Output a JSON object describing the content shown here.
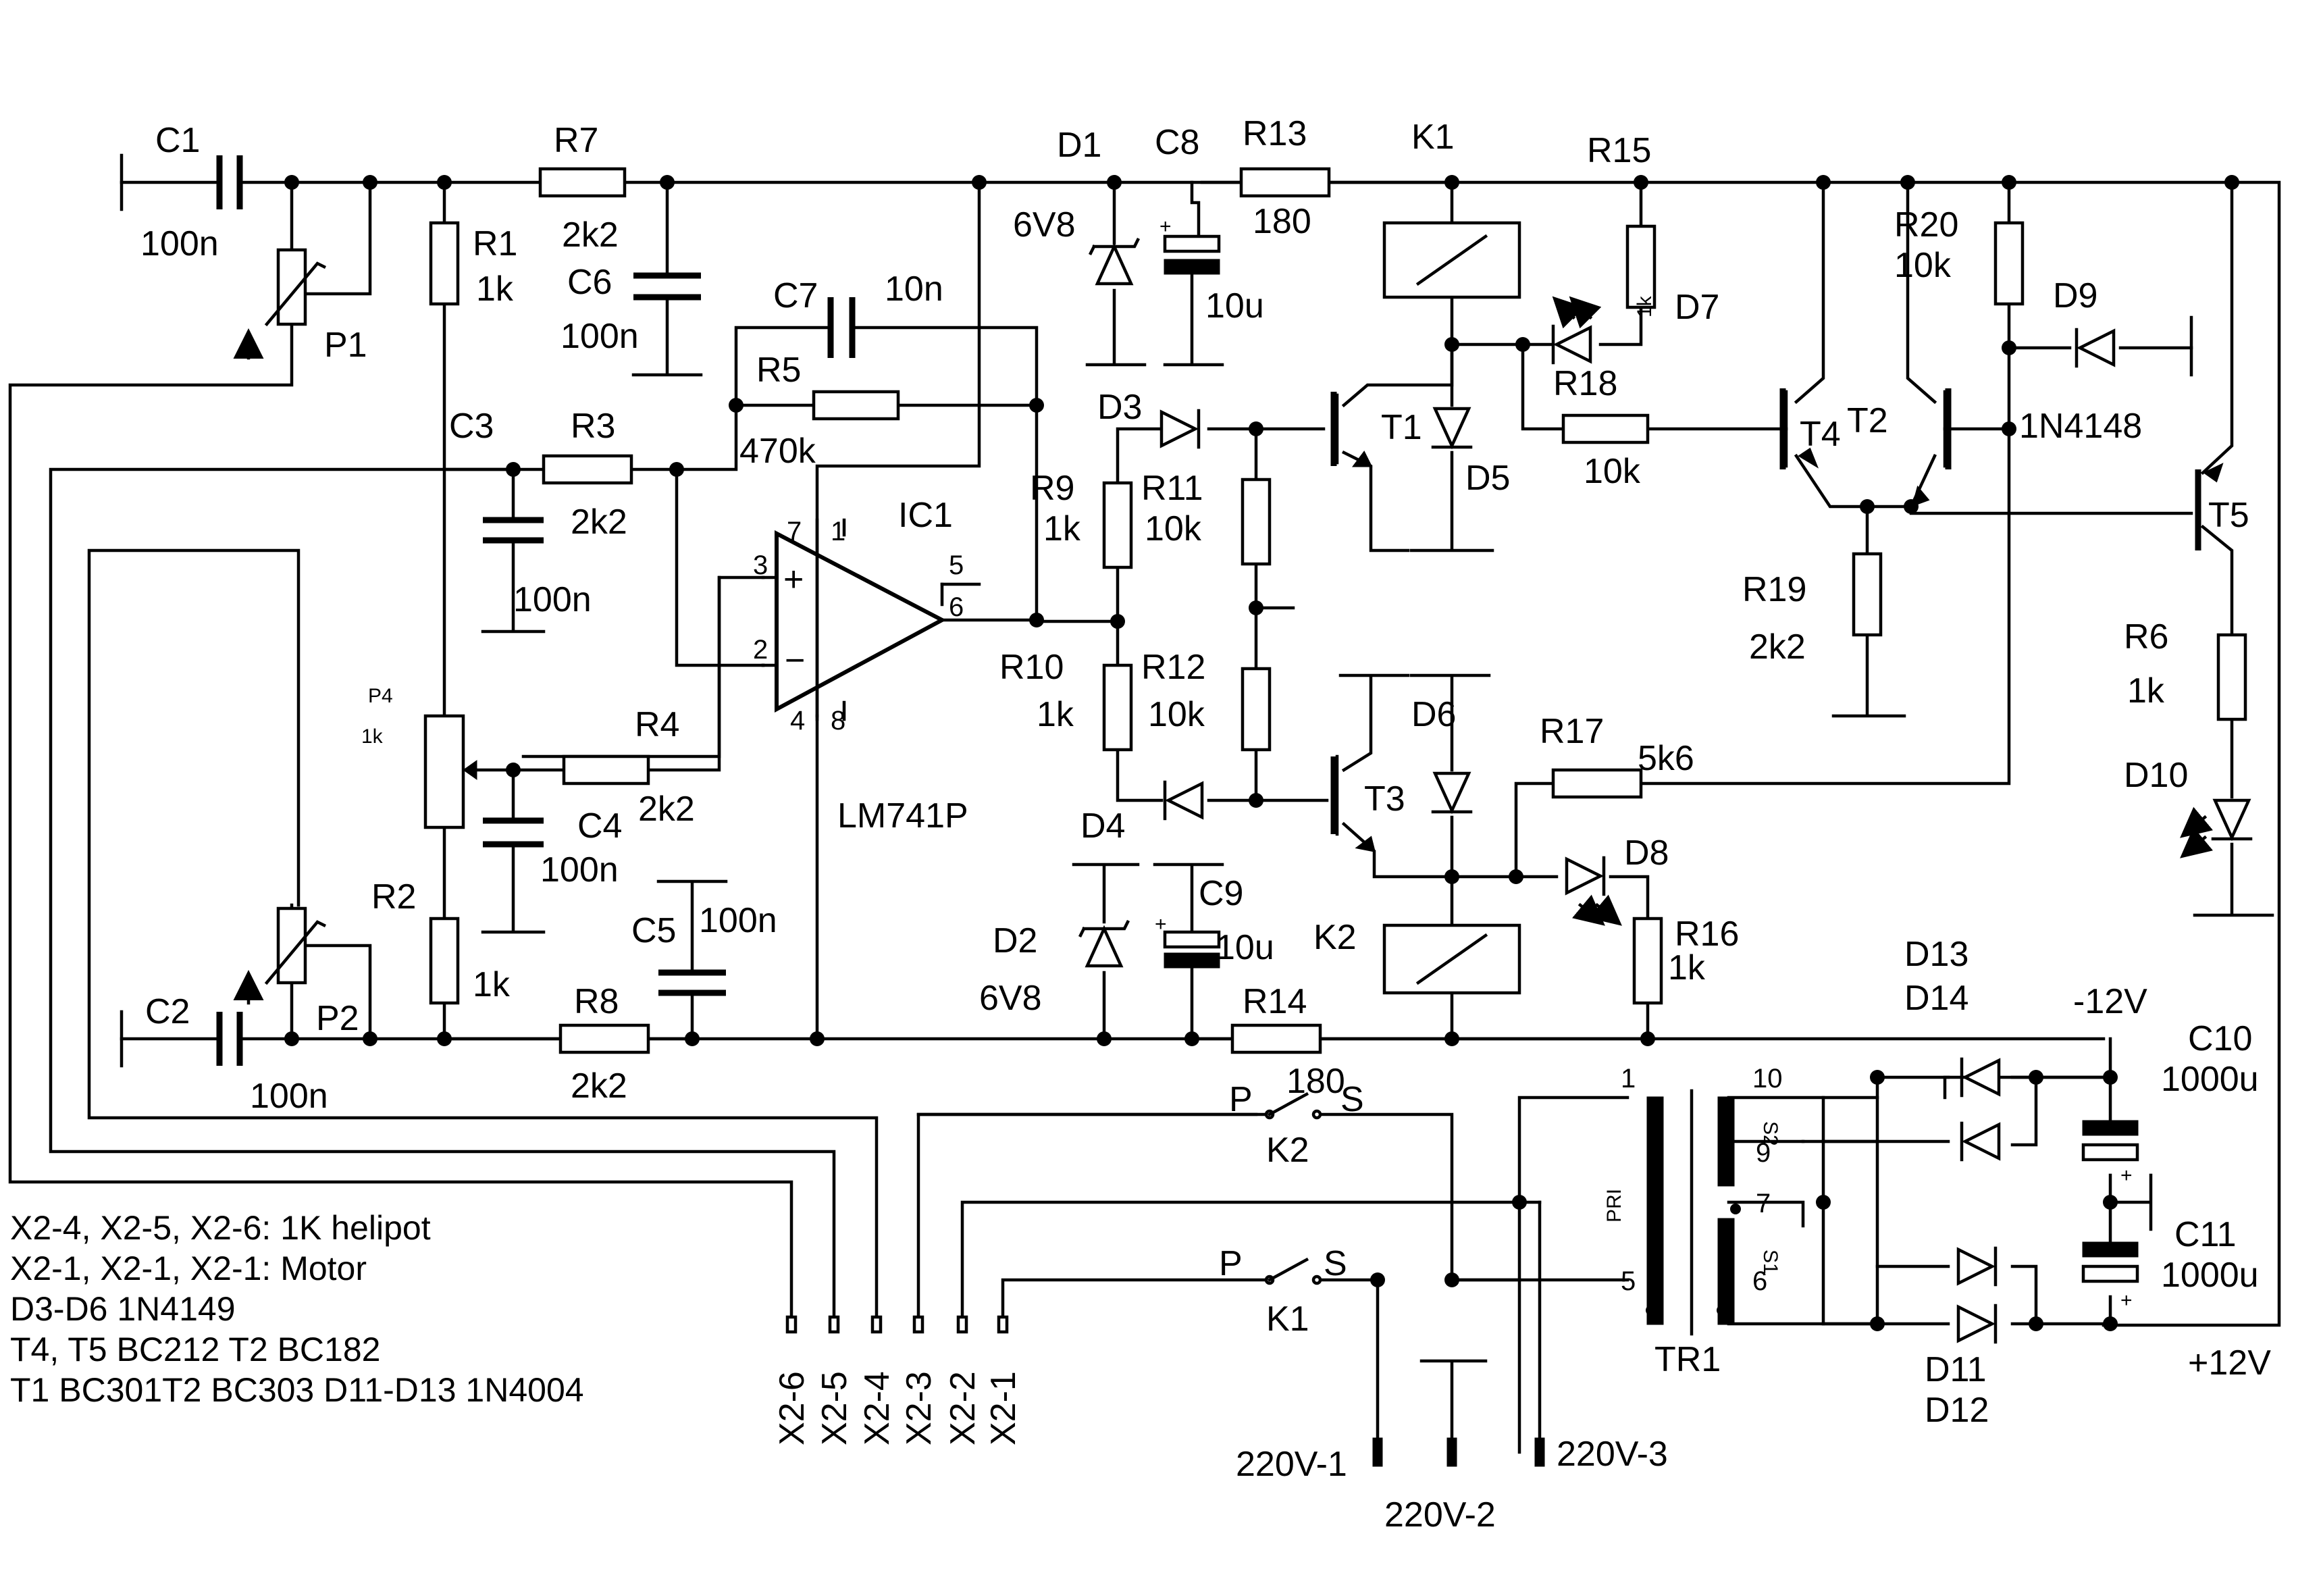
{
  "components": {
    "C1": {
      "ref": "C1",
      "value": "100n"
    },
    "C2": {
      "ref": "C2",
      "value": "100n"
    },
    "C3": {
      "ref": "C3",
      "value": "100n"
    },
    "C4": {
      "ref": "C4",
      "value": "100n"
    },
    "C5": {
      "ref": "C5",
      "value": "100n"
    },
    "C6": {
      "ref": "C6",
      "value": "100n"
    },
    "C7": {
      "ref": "C7",
      "value": "10n"
    },
    "C8": {
      "ref": "C8",
      "value": "10u"
    },
    "C9": {
      "ref": "C9",
      "value": "10u"
    },
    "C10": {
      "ref": "C10",
      "value": "1000u"
    },
    "C11": {
      "ref": "C11",
      "value": "1000u"
    },
    "R1": {
      "ref": "R1",
      "value": "1k"
    },
    "R2": {
      "ref": "R2",
      "value": "1k"
    },
    "R3": {
      "ref": "R3",
      "value": "2k2"
    },
    "R4": {
      "ref": "R4",
      "value": "2k2"
    },
    "R5": {
      "ref": "R5",
      "value": "470k"
    },
    "R6": {
      "ref": "R6",
      "value": "1k"
    },
    "R7": {
      "ref": "R7",
      "value": "2k2"
    },
    "R8": {
      "ref": "R8",
      "value": "2k2"
    },
    "R9": {
      "ref": "R9",
      "value": "1k"
    },
    "R10": {
      "ref": "R10",
      "value": "1k"
    },
    "R11": {
      "ref": "R11",
      "value": "10k"
    },
    "R12": {
      "ref": "R12",
      "value": "10k"
    },
    "R13": {
      "ref": "R13",
      "value": "180"
    },
    "R14": {
      "ref": "R14",
      "value": "180"
    },
    "R15": {
      "ref": "R15",
      "value": "1k"
    },
    "R16": {
      "ref": "R16",
      "value": "1k"
    },
    "R17": {
      "ref": "R17",
      "value": "5k6"
    },
    "R18": {
      "ref": "R18",
      "value": "10k"
    },
    "R19": {
      "ref": "R19",
      "value": "2k2"
    },
    "R20": {
      "ref": "R20",
      "value": "10k"
    },
    "P1": {
      "ref": "P1"
    },
    "P2": {
      "ref": "P2"
    },
    "P4": {
      "ref": "P4",
      "value": "1k"
    },
    "D1": {
      "ref": "D1",
      "value": "6V8"
    },
    "D2": {
      "ref": "D2",
      "value": "6V8"
    },
    "D3": {
      "ref": "D3"
    },
    "D4": {
      "ref": "D4"
    },
    "D5": {
      "ref": "D5"
    },
    "D6": {
      "ref": "D6"
    },
    "D7": {
      "ref": "D7"
    },
    "D8": {
      "ref": "D8"
    },
    "D9": {
      "ref": "D9",
      "value": "1N4148"
    },
    "D10": {
      "ref": "D10"
    },
    "D11D12": {
      "ref": "D11",
      "ref2": "D12"
    },
    "D13D14": {
      "ref": "D13",
      "ref2": "D14"
    },
    "T1": {
      "ref": "T1"
    },
    "T2": {
      "ref": "T2"
    },
    "T3": {
      "ref": "T3"
    },
    "T4": {
      "ref": "T4"
    },
    "T5": {
      "ref": "T5"
    },
    "IC1": {
      "ref": "IC1",
      "value": "LM741P",
      "pins": [
        "7",
        "1",
        "5",
        "6",
        "3",
        "2",
        "4",
        "8"
      ]
    },
    "K1": {
      "ref": "K1"
    },
    "K2": {
      "ref": "K2"
    },
    "TR1": {
      "ref": "TR1",
      "primary": "PRI",
      "secondary1": "S1",
      "secondary2": "S2",
      "pins": [
        "1",
        "5",
        "10",
        "9",
        "7",
        "6"
      ]
    },
    "switch_K1": {
      "ref": "K1",
      "p": "P",
      "s": "S"
    },
    "switch_K2": {
      "ref": "K2",
      "p": "P",
      "s": "S"
    }
  },
  "rails": {
    "neg": "-12V",
    "pos": "+12V"
  },
  "connectors": [
    "X2-6",
    "X2-5",
    "X2-4",
    "X2-3",
    "X2-2",
    "X2-1"
  ],
  "mains": [
    "220V-1",
    "220V-2",
    "220V-3"
  ],
  "notes": [
    "X2-4, X2-5, X2-6: 1K helipot",
    "X2-1, X2-1, X2-1: Motor",
    "D3-D6  1N4149",
    "T4, T5 BC212  T2 BC182",
    "T1 BC301T2 BC303   D11-D13 1N4004"
  ]
}
